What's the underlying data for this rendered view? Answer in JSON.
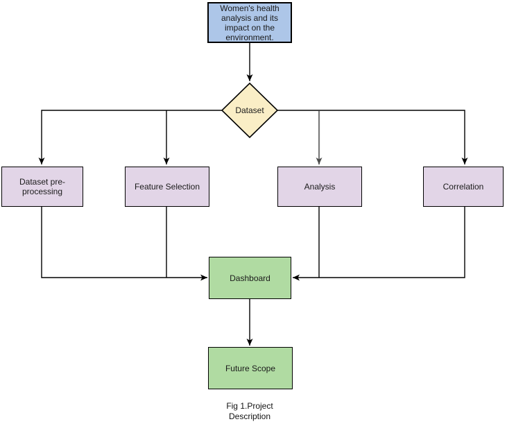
{
  "diagram": {
    "caption": "Fig 1.Project Description",
    "nodes": {
      "start": {
        "label": "Women's health analysis and its impact on the environment.",
        "shape": "rectangle",
        "fill": "#ADC6E8"
      },
      "dataset": {
        "label": "Dataset",
        "shape": "diamond",
        "fill": "#FAEEC6"
      },
      "preprocessing": {
        "label": "Dataset pre-processing",
        "shape": "rectangle",
        "fill": "#E2D5E7"
      },
      "feature_selection": {
        "label": "Feature Selection",
        "shape": "rectangle",
        "fill": "#E2D5E7"
      },
      "analysis": {
        "label": "Analysis",
        "shape": "rectangle",
        "fill": "#E2D5E7"
      },
      "correlation": {
        "label": "Correlation",
        "shape": "rectangle",
        "fill": "#E2D5E7"
      },
      "dashboard": {
        "label": "Dashboard",
        "shape": "rectangle",
        "fill": "#B0DBA2"
      },
      "future_scope": {
        "label": "Future Scope",
        "shape": "rectangle",
        "fill": "#B0DBA2"
      }
    },
    "edges": [
      {
        "from": "start",
        "to": "dataset",
        "arrow": true
      },
      {
        "from": "dataset",
        "to": "preprocessing",
        "arrow": true
      },
      {
        "from": "dataset",
        "to": "feature_selection",
        "arrow": true
      },
      {
        "from": "dataset",
        "to": "analysis",
        "arrow": true,
        "color": "#7B7B7B"
      },
      {
        "from": "dataset",
        "to": "correlation",
        "arrow": true
      },
      {
        "from": "preprocessing",
        "to": "dashboard",
        "arrow": true
      },
      {
        "from": "feature_selection",
        "to": "dashboard",
        "arrow": true
      },
      {
        "from": "analysis",
        "to": "dashboard",
        "arrow": true
      },
      {
        "from": "correlation",
        "to": "dashboard",
        "arrow": true
      },
      {
        "from": "dashboard",
        "to": "future_scope",
        "arrow": true
      }
    ],
    "colors": {
      "background": "#FFFFFF",
      "node_border": "#000000",
      "connector": "#000000",
      "connector_alt_gray": "#7B7B7B",
      "text": "#1A1A1A"
    }
  }
}
